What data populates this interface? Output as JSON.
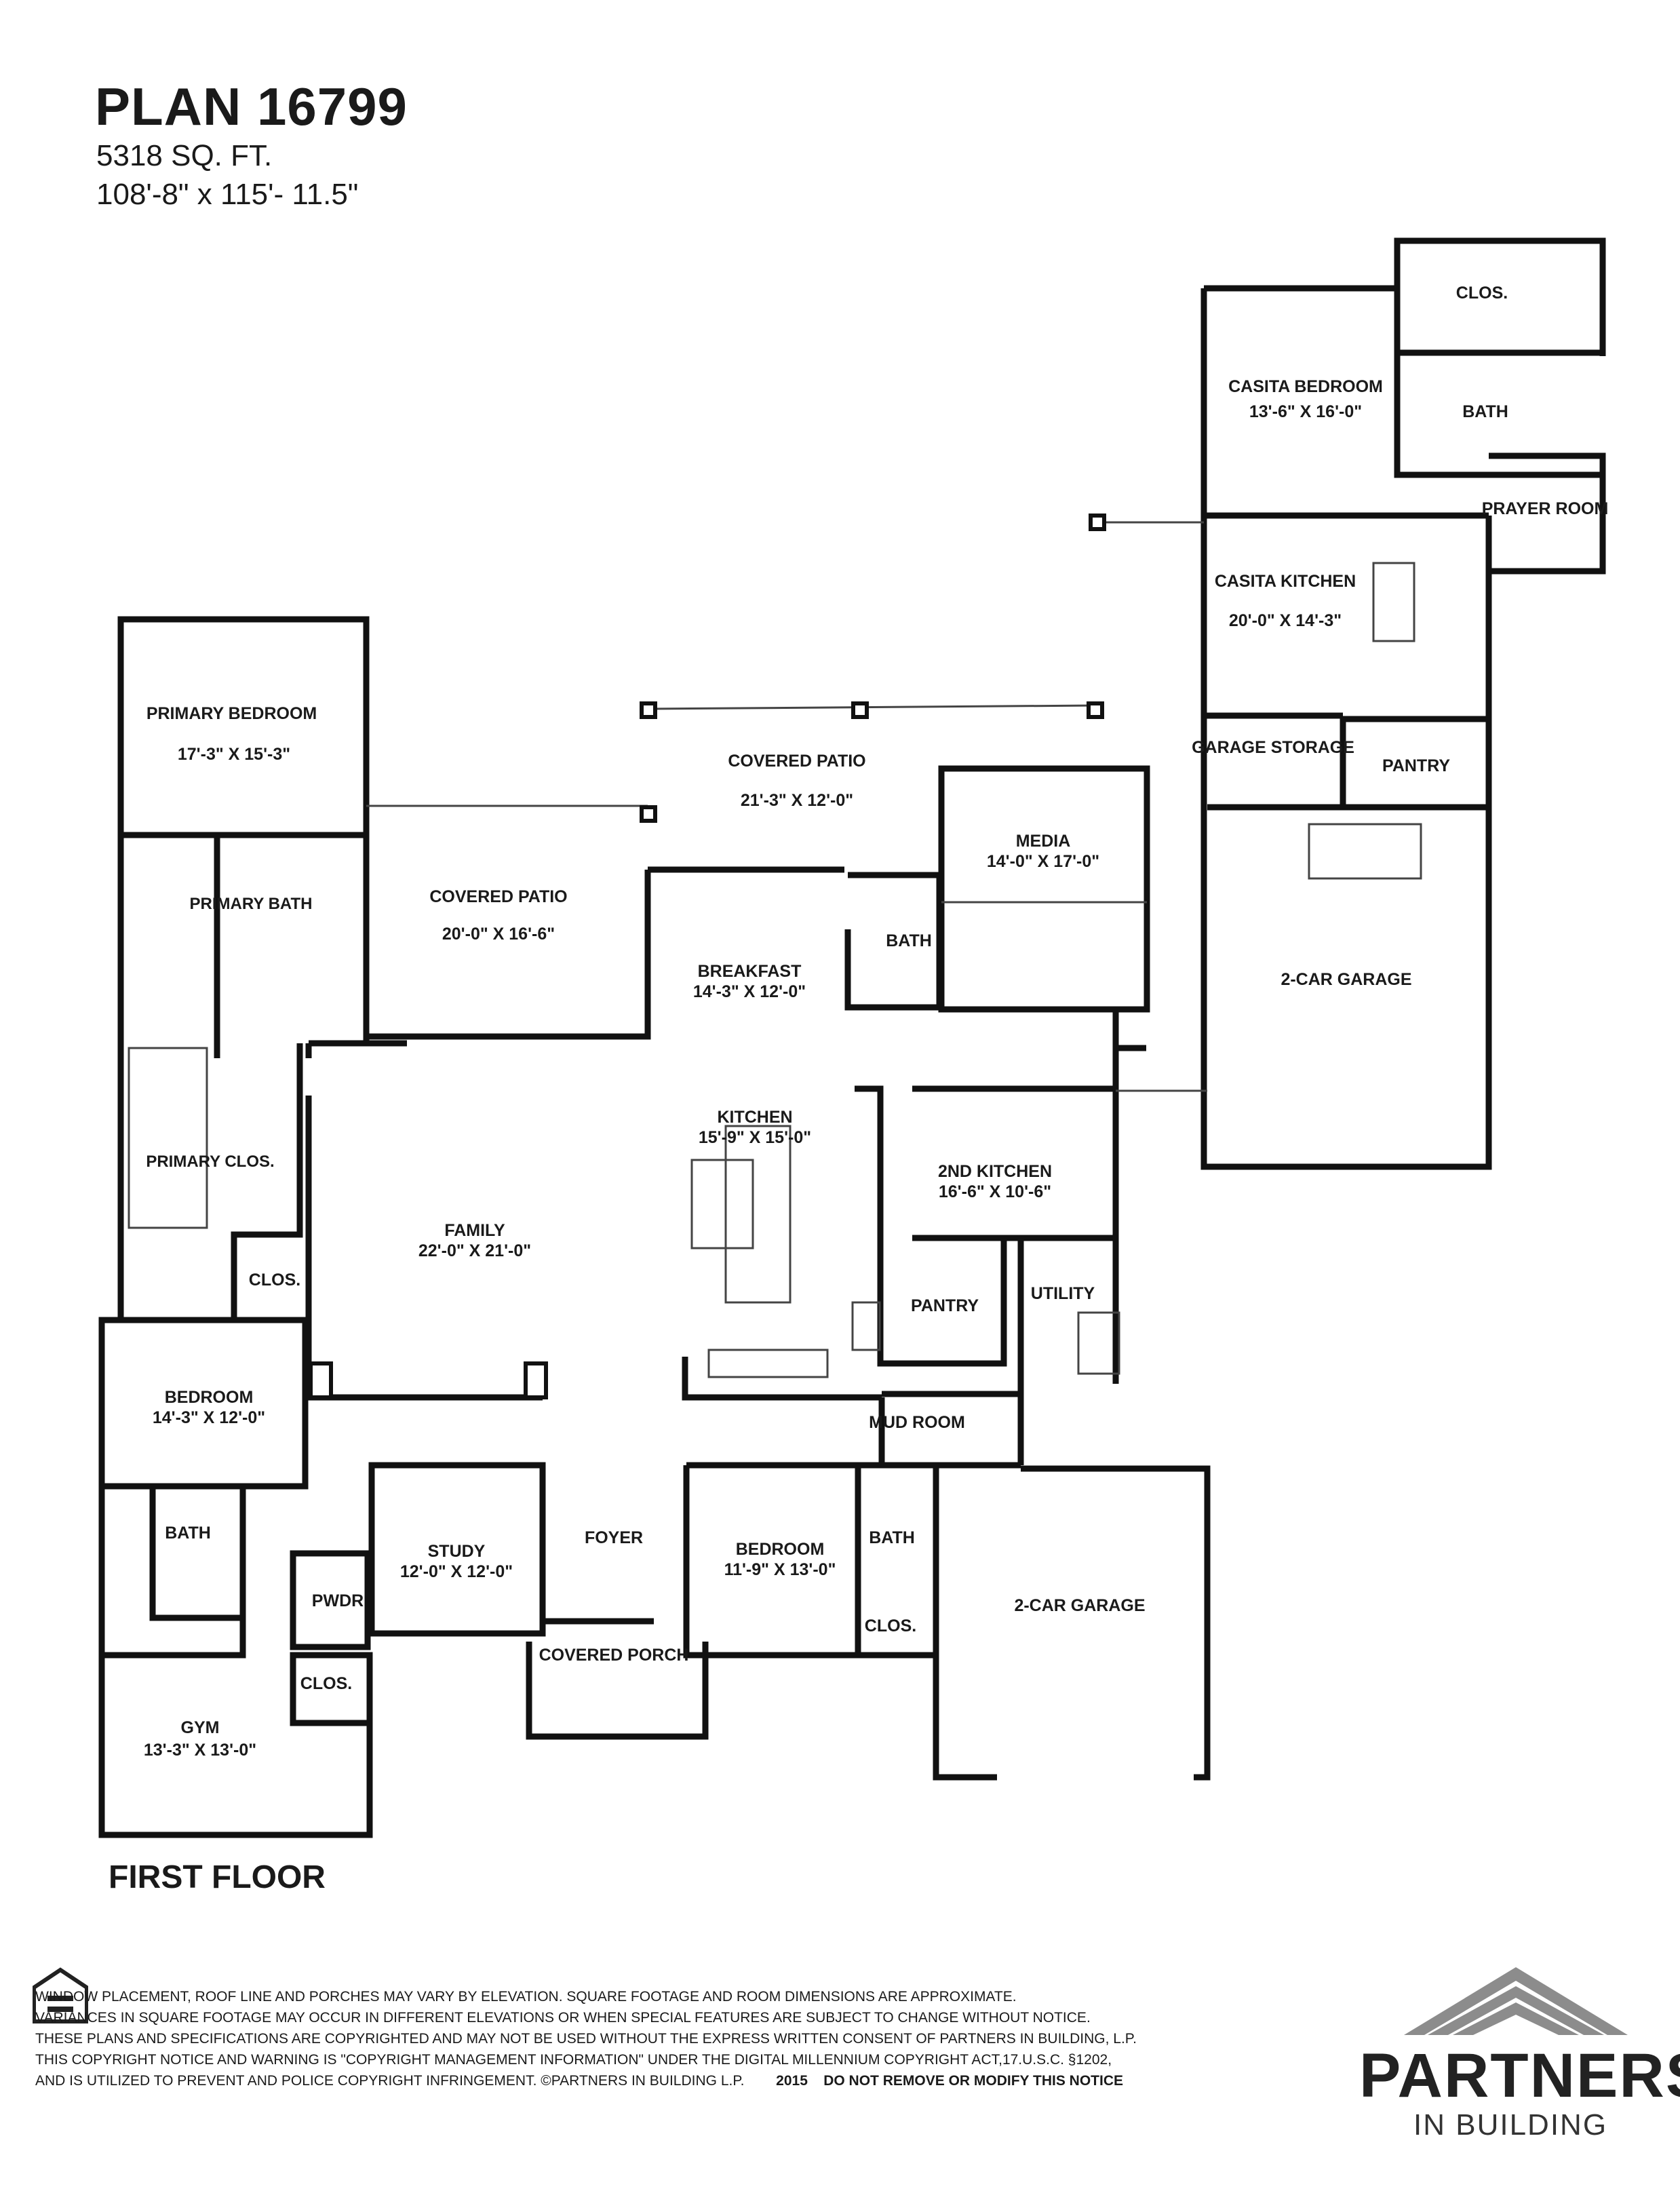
{
  "header": {
    "plan_title": "PLAN 16799",
    "square_feet": "5318 SQ. FT.",
    "dimensions": "108'-8\" x 115'- 11.5\""
  },
  "floor_label": "FIRST FLOOR",
  "rooms": {
    "primary_bedroom": {
      "name": "PRIMARY BEDROOM",
      "size": "17'-3\" X 15'-3\""
    },
    "primary_bath": {
      "name": "PRIMARY BATH"
    },
    "primary_clos": {
      "name": "PRIMARY CLOS."
    },
    "covered_patio_left": {
      "name": "COVERED PATIO",
      "size": "20'-0\" X 16'-6\""
    },
    "covered_patio_top": {
      "name": "COVERED PATIO",
      "size": "21'-3\" X 12'-0\""
    },
    "media": {
      "name": "MEDIA",
      "size": "14'-0\" X 17'-0\""
    },
    "bath_media": {
      "name": "BATH"
    },
    "breakfast": {
      "name": "BREAKFAST",
      "size": "14'-3\" X 12'-0\""
    },
    "kitchen": {
      "name": "KITCHEN",
      "size": "15'-9\" X 15'-0\""
    },
    "second_kitchen": {
      "name": "2ND KITCHEN",
      "size": "16'-6\" X 10'-6\""
    },
    "family": {
      "name": "FAMILY",
      "size": "22'-0\" X 21'-0\""
    },
    "clos_family": {
      "name": "CLOS."
    },
    "pantry_main": {
      "name": "PANTRY"
    },
    "utility": {
      "name": "UTILITY"
    },
    "bedroom_left": {
      "name": "BEDROOM",
      "size": "14'-3\" X 12'-0\""
    },
    "mud_room": {
      "name": "MUD ROOM"
    },
    "bath_left": {
      "name": "BATH"
    },
    "pwdr": {
      "name": "PWDR"
    },
    "study": {
      "name": "STUDY",
      "size": "12'-0\" X 12'-0\""
    },
    "foyer": {
      "name": "FOYER"
    },
    "bedroom_mid": {
      "name": "BEDROOM",
      "size": "11'-9\" X 13'-0\""
    },
    "bath_mid": {
      "name": "BATH"
    },
    "clos_mid": {
      "name": "CLOS."
    },
    "garage_main": {
      "name": "2-CAR GARAGE"
    },
    "covered_porch": {
      "name": "COVERED PORCH"
    },
    "clos_gym": {
      "name": "CLOS."
    },
    "gym": {
      "name": "GYM",
      "size": "13'-3\" X 13'-0\""
    },
    "casita_clos": {
      "name": "CLOS."
    },
    "casita_bedroom": {
      "name": "CASITA BEDROOM",
      "size": "13'-6\" X 16'-0\""
    },
    "casita_bath": {
      "name": "BATH"
    },
    "prayer_room": {
      "name": "PRAYER ROOM"
    },
    "casita_kitchen": {
      "name": "CASITA KITCHEN",
      "size": "20'-0\" X 14'-3\""
    },
    "garage_storage": {
      "name": "GARAGE STORAGE"
    },
    "pantry_casita": {
      "name": "PANTRY"
    },
    "garage_casita": {
      "name": "2-CAR GARAGE"
    }
  },
  "disclaimer": {
    "line1": "WINDOW PLACEMENT, ROOF LINE AND PORCHES MAY VARY BY ELEVATION.  SQUARE FOOTAGE AND ROOM DIMENSIONS ARE APPROXIMATE.",
    "line2": "VARIANCES IN SQUARE FOOTAGE MAY OCCUR IN DIFFERENT ELEVATIONS OR  WHEN SPECIAL FEATURES ARE SUBJECT TO CHANGE WITHOUT NOTICE.",
    "line3": "THESE PLANS AND SPECIFICATIONS ARE COPYRIGHTED AND MAY NOT BE USED WITHOUT THE EXPRESS WRITTEN CONSENT OF PARTNERS IN BUILDING, L.P.",
    "line4": "THIS COPYRIGHT NOTICE AND WARNING IS \"COPYRIGHT MANAGEMENT INFORMATION\" UNDER THE DIGITAL MILLENNIUM COPYRIGHT ACT,17.U.S.C.        §1202,",
    "line5": "AND IS UTILIZED TO PREVENT AND POLICE COPYRIGHT INFRINGEMENT. ©PARTNERS IN BUILDING L.P.",
    "year": "2015",
    "warning": "DO NOT REMOVE OR MODIFY THIS NOTICE"
  },
  "logo": {
    "brand": "PARTNERS",
    "sub": "IN BUILDING",
    "eho_small": "EQUAL HOUSING OPPORTUNITY"
  },
  "colors": {
    "wall": "#111111",
    "thin_line": "#444444",
    "logo_gray": "#8c8c8c"
  }
}
